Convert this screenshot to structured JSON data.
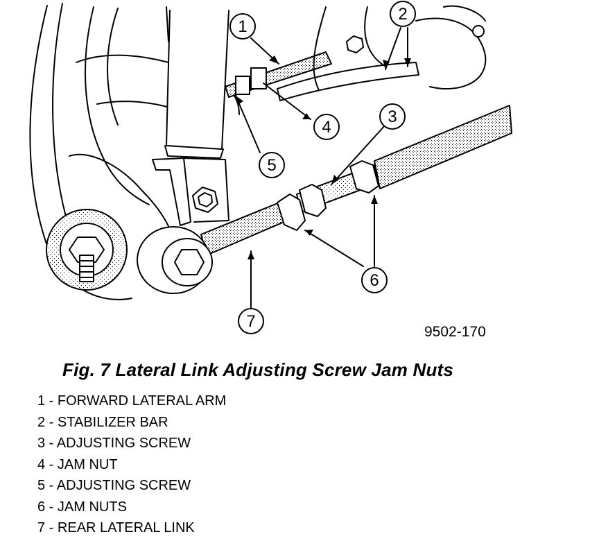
{
  "figure": {
    "code": "9502-170",
    "caption": "Fig. 7 Lateral Link Adjusting Screw Jam Nuts",
    "callouts": [
      "1",
      "2",
      "3",
      "4",
      "5",
      "6",
      "7"
    ]
  },
  "legend": [
    {
      "num": "1",
      "label": "FORWARD LATERAL ARM"
    },
    {
      "num": "2",
      "label": "STABILIZER BAR"
    },
    {
      "num": "3",
      "label": "ADJUSTING SCREW"
    },
    {
      "num": "4",
      "label": "JAM NUT"
    },
    {
      "num": "5",
      "label": "ADJUSTING SCREW"
    },
    {
      "num": "6",
      "label": "JAM NUTS"
    },
    {
      "num": "7",
      "label": "REAR LATERAL LINK"
    }
  ]
}
